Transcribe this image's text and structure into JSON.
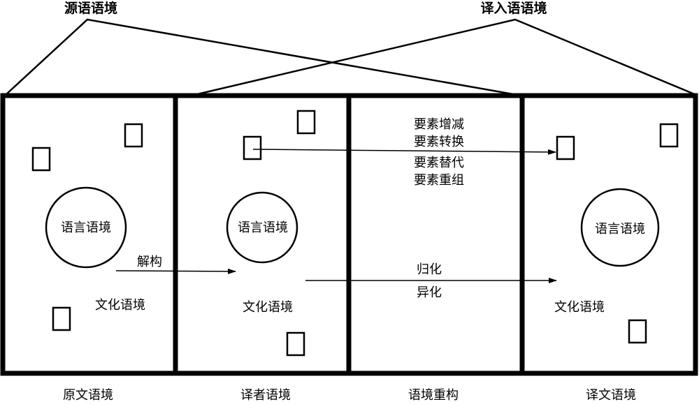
{
  "top_labels": {
    "source": "源语语境",
    "target": "译入语语境"
  },
  "panels": [
    {
      "id": "original",
      "bottom_label": "原文语境",
      "circle_label": "语言语境",
      "culture_label": "文化语境"
    },
    {
      "id": "translator",
      "bottom_label": "译者语境",
      "circle_label": "语言语境",
      "culture_label": "文化语境"
    },
    {
      "id": "reconstruction",
      "bottom_label": "语境重构",
      "operations": [
        "要素增减",
        "要素转换",
        "要素替代",
        "要素重组"
      ],
      "strategies": [
        "归化",
        "异化"
      ]
    },
    {
      "id": "translation",
      "bottom_label": "译文语境",
      "circle_label": "语言语境",
      "culture_label": "文化语境"
    }
  ],
  "arrows": {
    "deconstruct_label": "解构"
  },
  "colors": {
    "stroke": "#000000",
    "background": "#ffffff"
  }
}
